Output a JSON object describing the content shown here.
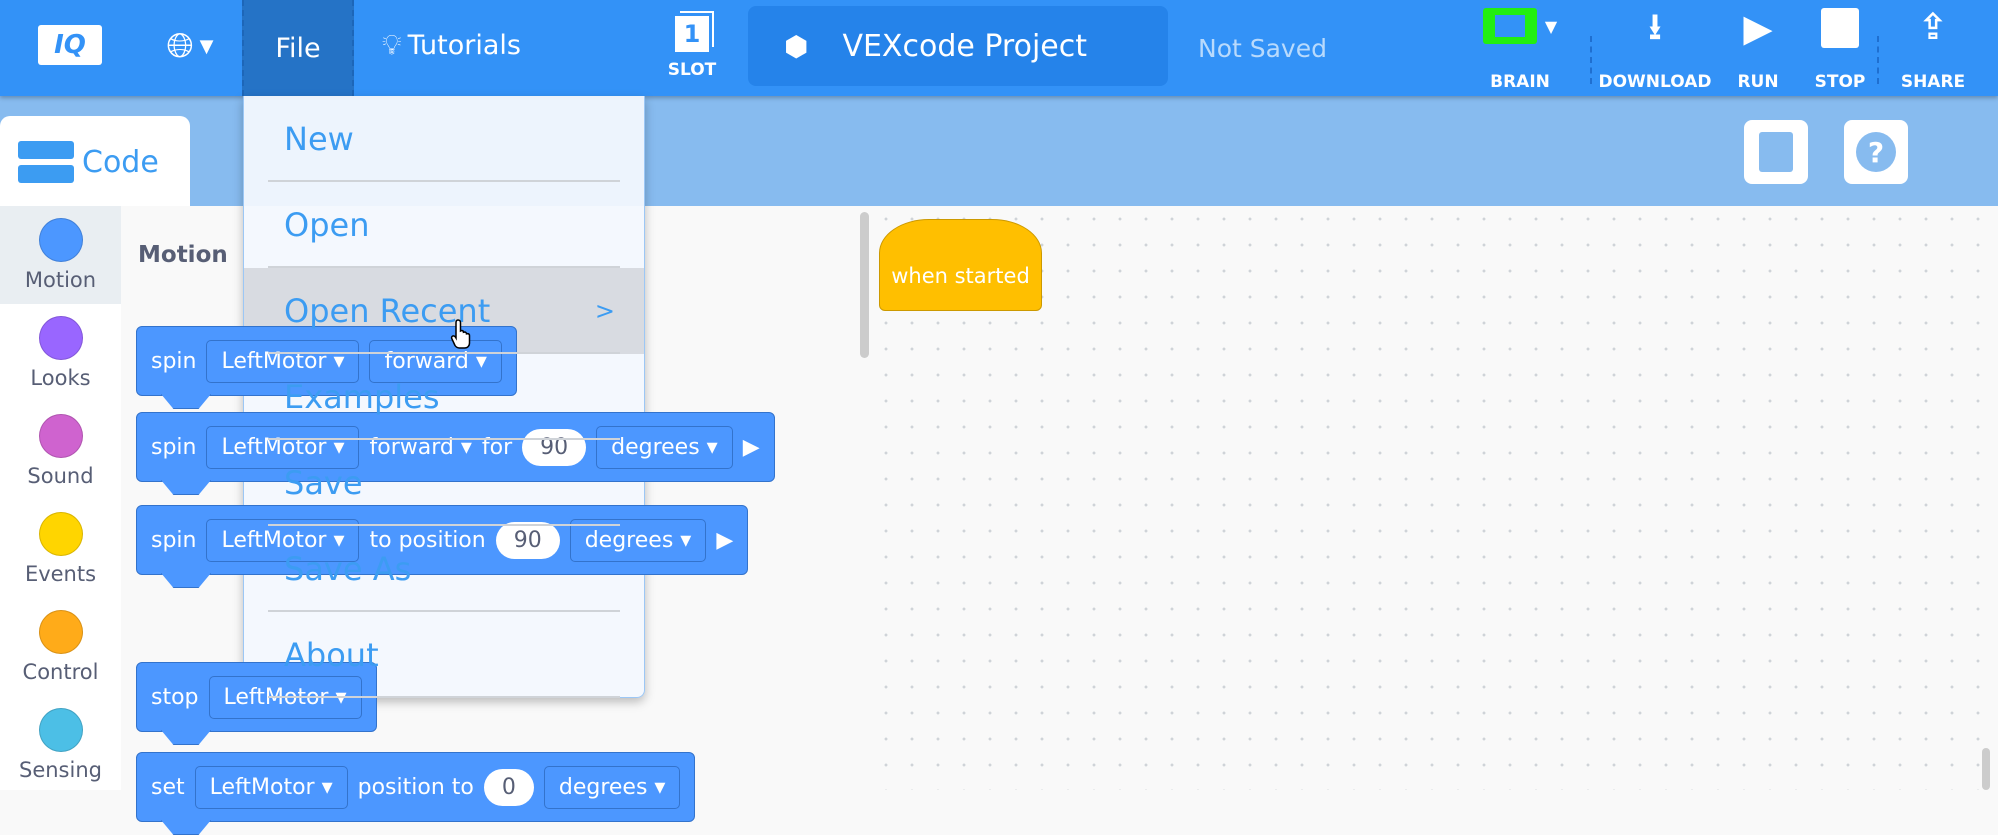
{
  "topbar": {
    "logo": "IQ",
    "file": "File",
    "tutorials": "Tutorials",
    "slot_number": "1",
    "slot_label": "SLOT",
    "project_name": "VEXcode Project",
    "save_status": "Not Saved",
    "brain": "BRAIN",
    "download": "DOWNLOAD",
    "run": "RUN",
    "stop": "STOP",
    "share": "SHARE",
    "brain_color": "#22ee11"
  },
  "tabs": {
    "code": "Code"
  },
  "categories": [
    {
      "label": "Motion",
      "color": "#4c97ff"
    },
    {
      "label": "Looks",
      "color": "#9966ff"
    },
    {
      "label": "Sound",
      "color": "#cf63cf"
    },
    {
      "label": "Events",
      "color": "#ffd500"
    },
    {
      "label": "Control",
      "color": "#ffab19"
    },
    {
      "label": "Sensing",
      "color": "#4cbfe6"
    }
  ],
  "palette": {
    "heading": "Motion",
    "blocks": [
      {
        "op": "spin",
        "motor": "LeftMotor ▾",
        "dir": "forward ▾"
      },
      {
        "op": "spin",
        "motor": "LeftMotor ▾",
        "dir": "forward ▾",
        "for": "for",
        "value": "90",
        "unit": "degrees ▾"
      },
      {
        "op": "spin",
        "motor": "LeftMotor ▾",
        "to": "to position",
        "value": "90",
        "unit": "degrees ▾"
      },
      {
        "op": "stop",
        "motor": "LeftMotor ▾"
      },
      {
        "op": "set",
        "motor": "LeftMotor ▾",
        "to": "position to",
        "value": "0",
        "unit": "degrees ▾"
      }
    ]
  },
  "workspace": {
    "hat": "when started"
  },
  "file_menu": {
    "items": [
      "New",
      "Open",
      "Open Recent",
      "Examples",
      "Save",
      "Save As",
      "About"
    ],
    "submenu_arrow": ">"
  }
}
